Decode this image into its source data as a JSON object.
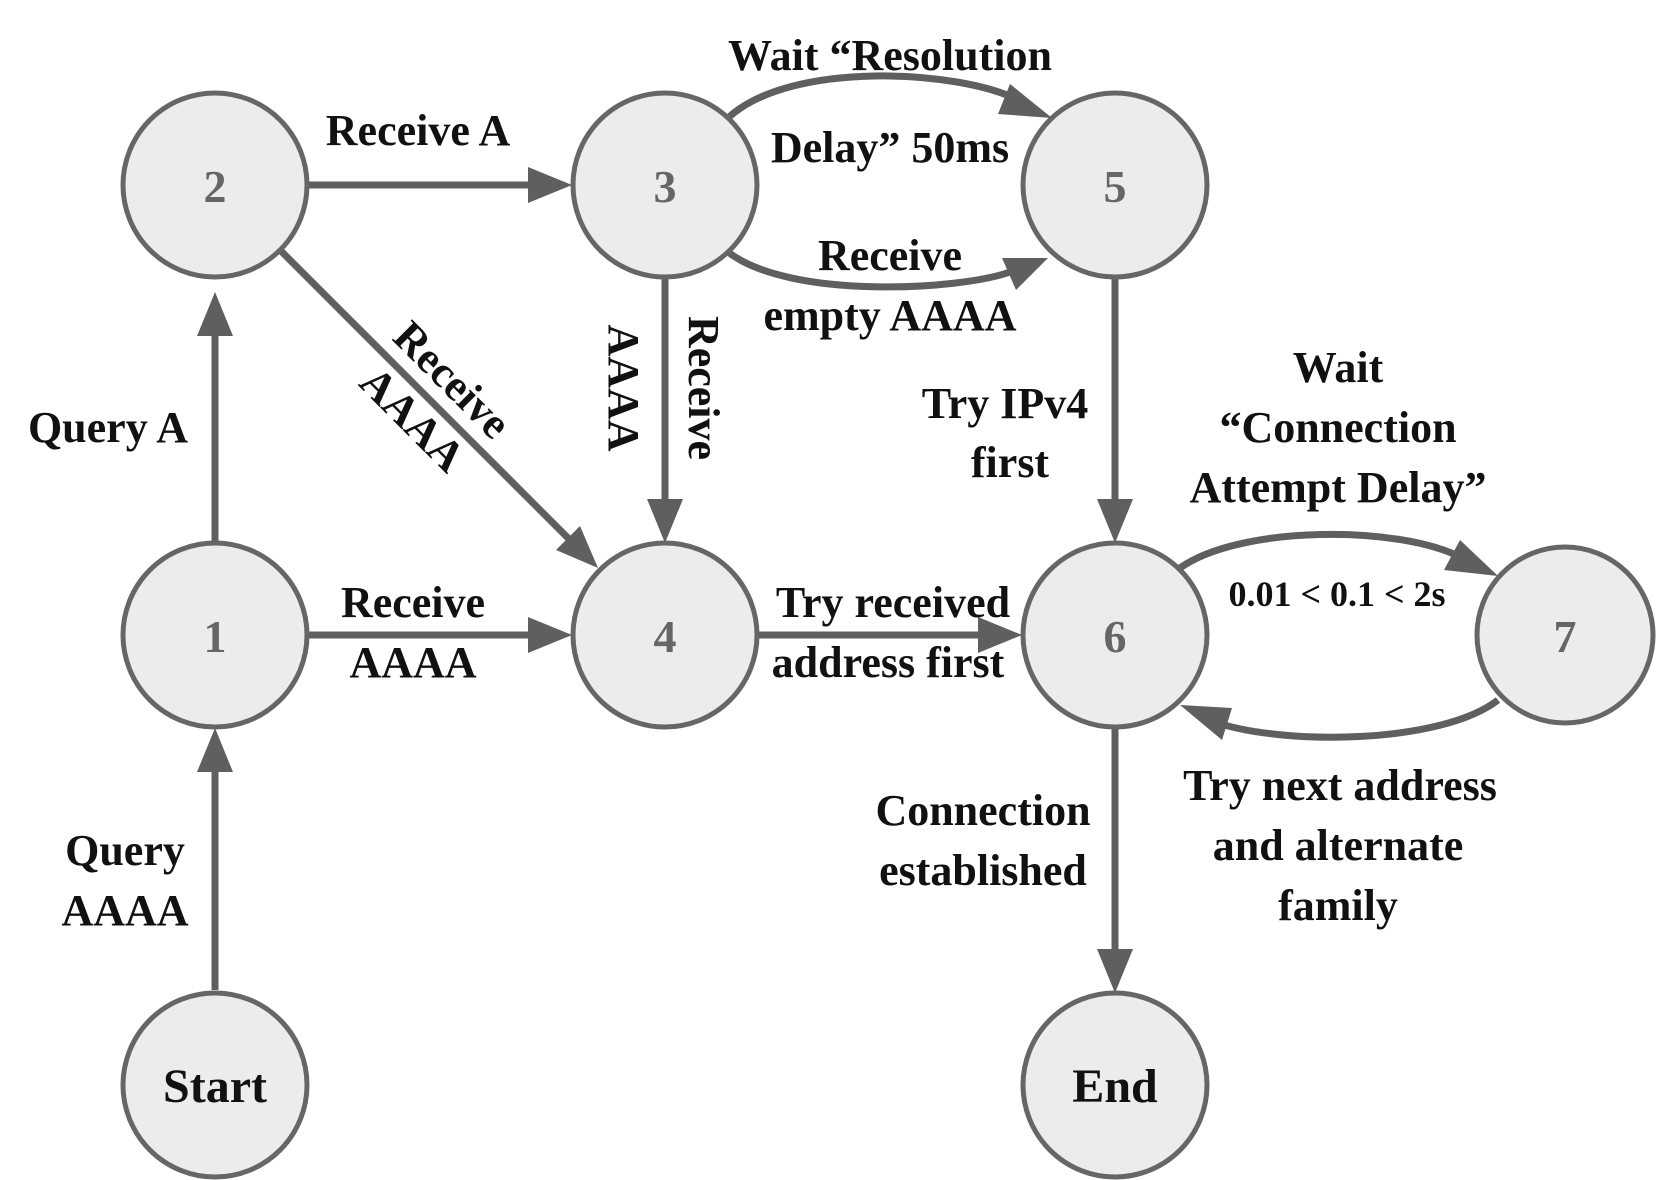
{
  "nodes": {
    "n2": "2",
    "n3": "3",
    "n5": "5",
    "n1": "1",
    "n4": "4",
    "n6": "6",
    "n7": "7",
    "start": "Start",
    "end": "End"
  },
  "edges": {
    "query_aaaa": [
      "Query",
      "AAAA"
    ],
    "query_a": "Query A",
    "receive_a": "Receive A",
    "e1_4": [
      "Receive",
      "AAAA"
    ],
    "e2_4": [
      "Receive",
      "AAAA"
    ],
    "e3_4": [
      "Receive",
      "AAAA"
    ],
    "wait_resolution": [
      "Wait “Resolution",
      "Delay” 50ms"
    ],
    "receive_empty": [
      "Receive",
      "empty AAAA"
    ],
    "try_ipv4": [
      "Try IPv4",
      "first"
    ],
    "try_received": [
      "Try received",
      "address first"
    ],
    "wait_connection": [
      "Wait",
      "“Connection",
      "Attempt Delay”"
    ],
    "delay_range": "0.01 < 0.1 < 2s",
    "try_next": [
      "Try next address",
      "and alternate",
      "family"
    ],
    "connection_established": [
      "Connection",
      "established"
    ]
  },
  "colors": {
    "node_fill": "#ececec",
    "node_stroke": "#666666",
    "edge": "#5f5f5f",
    "text": "#111111"
  }
}
